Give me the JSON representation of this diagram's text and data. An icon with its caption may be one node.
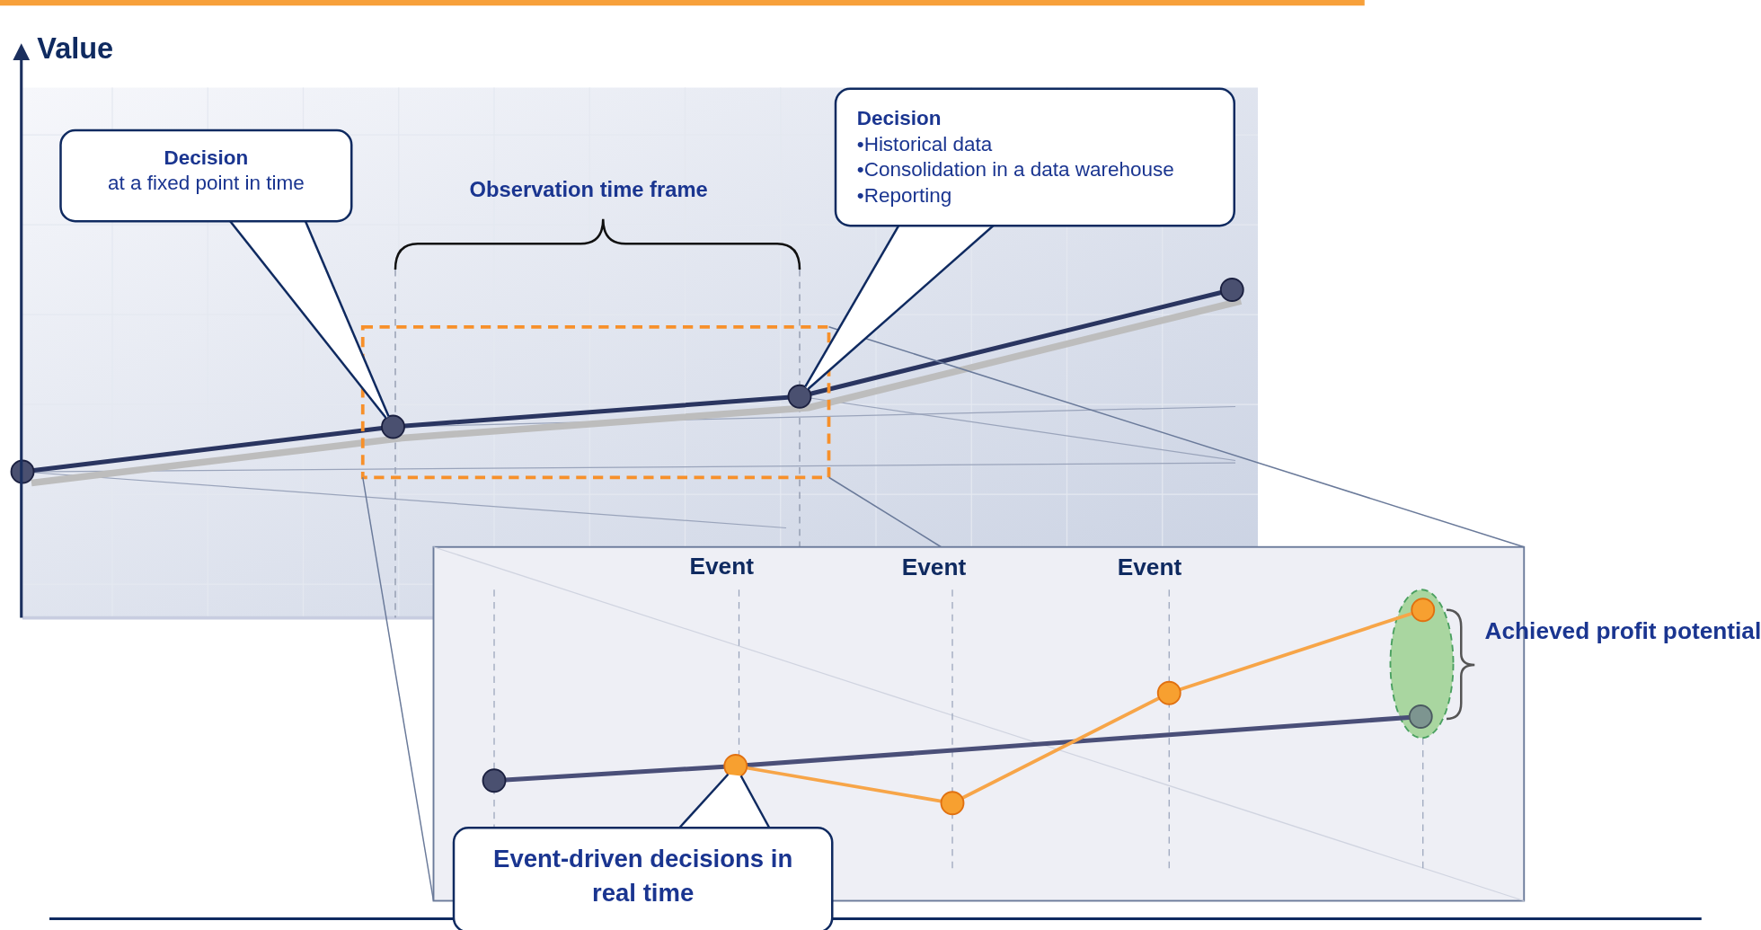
{
  "diagram": {
    "nodes": [
      {
        "text": [
          "Decision",
          "at a fixed point in time"
        ]
      },
      {
        "text": [],
        "shape": "circle"
      },
      {
        "text": [
          "Decision",
          "•Historical data",
          "•Consolidation in a data warehouse",
          "•Reporting"
        ]
      },
      {
        "text": [],
        "shape": "circle"
      },
      {
        "text": [
          "Event-driven decisions in real time"
        ]
      },
      {
        "text": [],
        "shape": "circle"
      }
    ],
    "edges": [
      {
        "from": 0,
        "to": 1,
        "arrow": "none"
      },
      {
        "from": 2,
        "to": 3,
        "arrow": "none"
      },
      {
        "from": 4,
        "to": 5,
        "arrow": "none"
      }
    ],
    "labels": [
      "Value",
      "Observation time frame",
      "Event",
      "Event",
      "Event",
      "Achieved profit potential"
    ]
  }
}
